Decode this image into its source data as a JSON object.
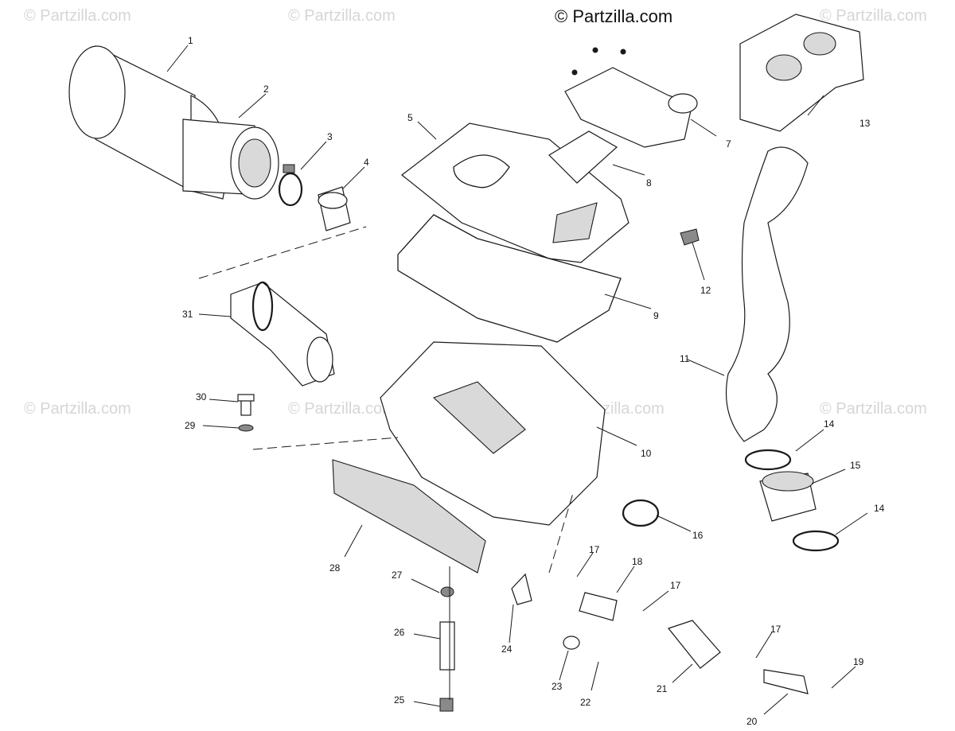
{
  "brand_label": "© Partzilla.com",
  "watermark": "© Partzilla.com",
  "callouts": [
    "1",
    "2",
    "3",
    "4",
    "5",
    "7",
    "8",
    "9",
    "10",
    "11",
    "12",
    "13",
    "14",
    "14",
    "15",
    "16",
    "17",
    "17",
    "17",
    "18",
    "19",
    "20",
    "21",
    "22",
    "23",
    "24",
    "25",
    "26",
    "27",
    "28",
    "29",
    "30",
    "31"
  ]
}
